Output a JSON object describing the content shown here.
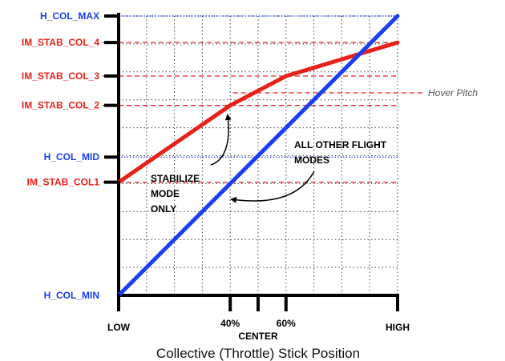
{
  "chart_data": {
    "type": "line",
    "title": "",
    "xlabel": "Collective (Throttle) Stick Position",
    "ylabel": "",
    "xlim": [
      0,
      100
    ],
    "ylim": [
      0,
      100
    ],
    "grid": true,
    "x_ticks": [
      {
        "value": 0,
        "label": "LOW",
        "tall": false
      },
      {
        "value": 40,
        "label": "40%",
        "tall": true
      },
      {
        "value": 50,
        "label": "CENTER",
        "tall": true
      },
      {
        "value": 60,
        "label": "60%",
        "tall": true
      },
      {
        "value": 100,
        "label": "HIGH",
        "tall": false
      }
    ],
    "y_labels": [
      {
        "value": 100,
        "label": "H_COL_MAX",
        "color": "#1a3ef0",
        "style": "dotted"
      },
      {
        "value": 90.5,
        "label": "IM_STAB_COL_4",
        "color": "#e8201a",
        "style": "dashed"
      },
      {
        "value": 78.5,
        "label": "IM_STAB_COL_3",
        "color": "#e8201a",
        "style": "dashed"
      },
      {
        "value": 68,
        "label": "IM_STAB_COL_2",
        "color": "#e8201a",
        "style": "dashed"
      },
      {
        "value": 49.5,
        "label": "H_COL_MID",
        "color": "#1a3ef0",
        "style": "dotted"
      },
      {
        "value": 40.5,
        "label": "IM_STAB_COL1",
        "color": "#e8201a",
        "style": "dashed"
      },
      {
        "value": 0,
        "label": "H_COL_MIN",
        "color": "#1a3ef0",
        "style": "none"
      }
    ],
    "hover_line": {
      "value": 72.5,
      "x_from": 41,
      "label": "Hover Pitch"
    },
    "series": [
      {
        "color": "#e8201a",
        "x": [
          0,
          40,
          60,
          100
        ],
        "y": [
          40.5,
          68,
          78.5,
          90.5
        ]
      },
      {
        "color": "#1a3ef0",
        "x": [
          0,
          100
        ],
        "y": [
          0,
          100
        ]
      }
    ],
    "annotations": [
      {
        "lines": [
          "STABILIZE",
          "MODE",
          "ONLY"
        ]
      },
      {
        "lines": [
          "ALL OTHER FLIGHT",
          "MODES"
        ]
      }
    ]
  }
}
